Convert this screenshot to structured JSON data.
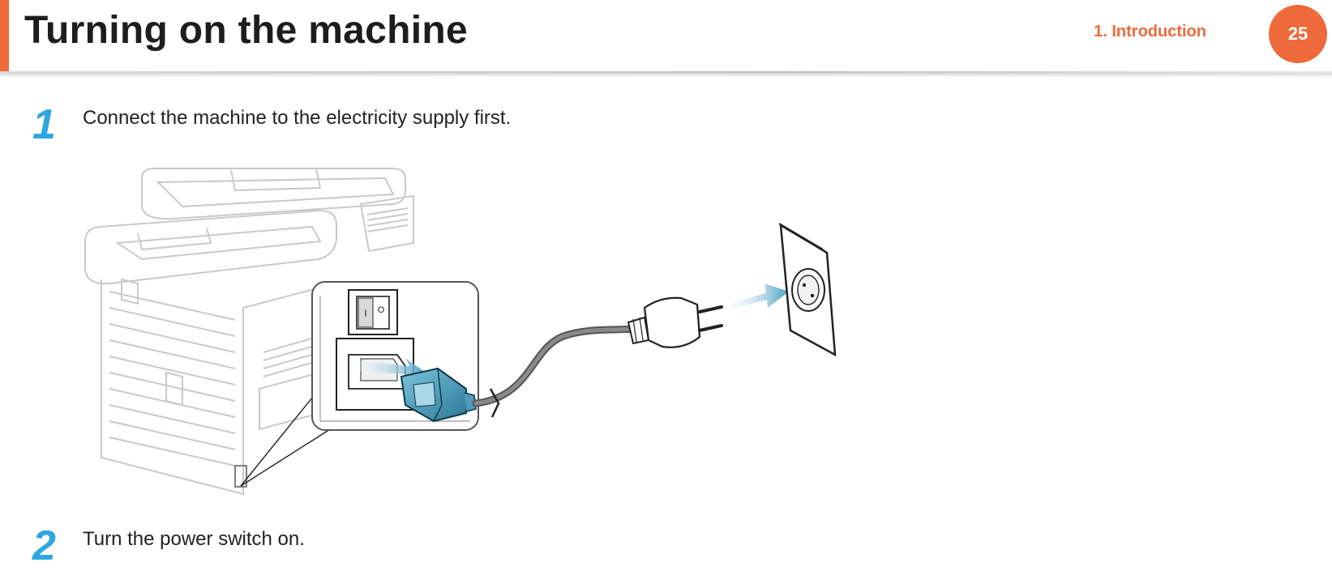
{
  "header": {
    "title": "Turning on the machine",
    "chapter": "1.  Introduction",
    "page_number": "25"
  },
  "steps": [
    {
      "number": "1",
      "text": "Connect the machine to the electricity supply first."
    },
    {
      "number": "2",
      "text": "Turn the power switch on."
    }
  ],
  "figure": {
    "switch_labels": {
      "on": "I",
      "off": "O"
    }
  },
  "colors": {
    "accent": "#ee6a3a",
    "step_number": "#2ea6e0",
    "plug": "#3d8fae"
  }
}
